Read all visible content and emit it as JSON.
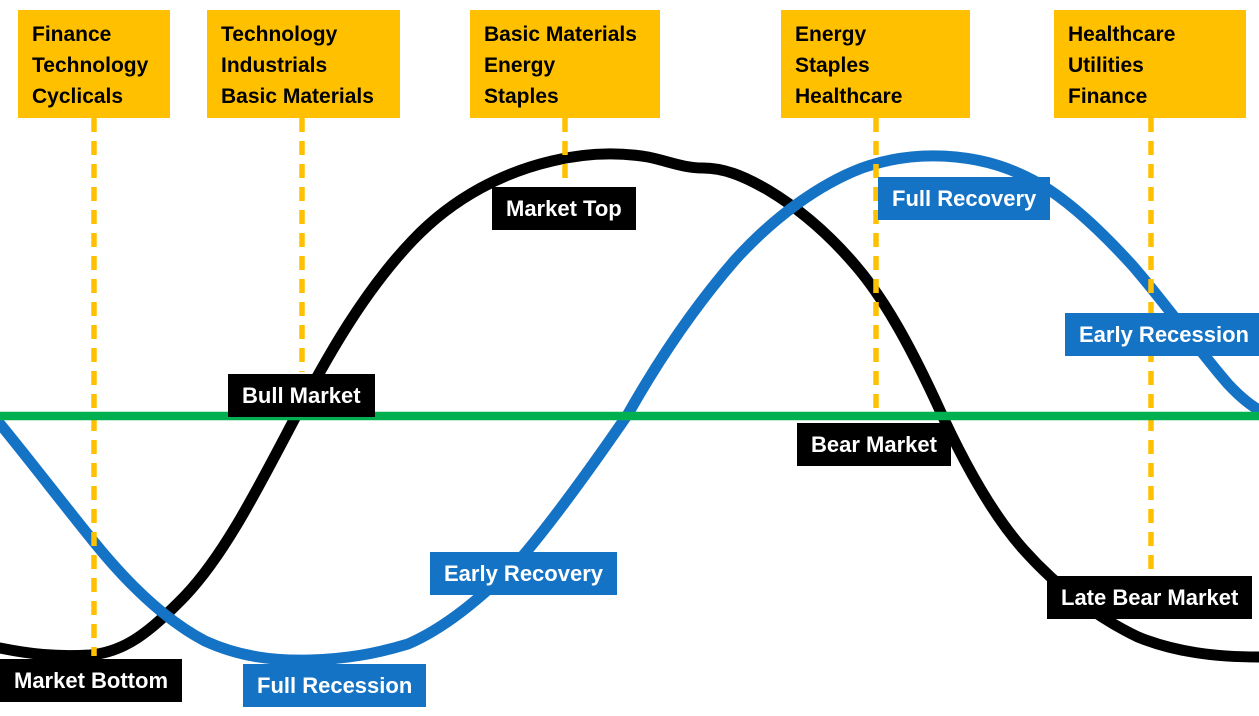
{
  "diagram": {
    "type": "sector-rotation-market-economic-cycle",
    "colors": {
      "sector_box": "#FFC000",
      "connector": "#FFC000",
      "market_curve": "#000000",
      "economic_curve": "#1573C5",
      "baseline": "#00B050",
      "label_text": "#FFFFFF",
      "sector_text": "#000000",
      "background": "#FFFFFF"
    },
    "sector_boxes": [
      {
        "lines": [
          "Finance",
          "Technology",
          "Cyclicals"
        ]
      },
      {
        "lines": [
          "Technology",
          "Industrials",
          "Basic Materials"
        ]
      },
      {
        "lines": [
          "Basic Materials",
          "Energy",
          "Staples"
        ]
      },
      {
        "lines": [
          "Energy",
          "Staples",
          "Healthcare"
        ]
      },
      {
        "lines": [
          "Healthcare",
          "Utilities",
          "Finance"
        ]
      }
    ],
    "market_labels": {
      "market_bottom": "Market Bottom",
      "bull_market": "Bull Market",
      "market_top": "Market Top",
      "bear_market": "Bear Market",
      "late_bear_market": "Late Bear Market"
    },
    "economy_labels": {
      "full_recession": "Full Recession",
      "early_recovery": "Early Recovery",
      "full_recovery": "Full Recovery",
      "early_recession": "Early Recession"
    }
  }
}
